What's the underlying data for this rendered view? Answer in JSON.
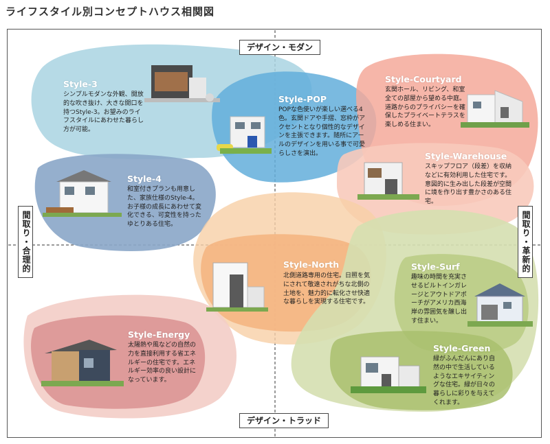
{
  "title": "ライフスタイル別コンセプトハウス相関図",
  "axes": {
    "top": "デザイン・モダン",
    "bottom": "デザイン・トラッド",
    "left": "間取り・合理的",
    "right": "間取り・革新的"
  },
  "styles": [
    {
      "name": "Style-3",
      "desc": "シンプルモダンな外観、開放的な吹き抜け、大きな開口を持つStyle-3。お望みのライフスタイルにあわせた暮らし方が可能。",
      "color": "#8ec6d8"
    },
    {
      "name": "Style-POP",
      "desc": "POPな色使いが楽しい選べる4色。玄関ドアや手摺、窓枠がアクセントとなり個性的なデザインを主張できます。随所にアールのデザインを用いる事で可愛らしさを演出。",
      "color": "#5aa9d6"
    },
    {
      "name": "Style-Courtyard",
      "desc": "玄関ホール、リビング、和室全ての部屋から望める中庭。道路からのプライバシーを確保したプライベートテラスを楽しめる住まい。",
      "color": "#f2a090"
    },
    {
      "name": "Style-Warehouse",
      "desc": "スキップフロア（段差）を収納などに有効利用した住宅です。意図的に生み出した段差が空間に境を作り出す豊かさのある住宅。",
      "color": "#f6c2b2"
    },
    {
      "name": "Style-4",
      "desc": "和室付きプランも用意した、家族仕様のStyle-4。お子様の成長にあわせて変化できる、可変性を持ったゆとりある住宅。",
      "color": "#7f9fc4"
    },
    {
      "name": "Style-North",
      "desc": "北側道路専用の住宅。日照を気にされて敬遠されがちな北側の土地を、魅力的に転化させ快適な暮らしを実現する住宅です。",
      "color": "#f3b07c"
    },
    {
      "name": "Style-Surf",
      "desc": "趣味の時間を充実させるビルトインガレージとアウトドアポーチがアメリカ西海岸の雰囲気を醸し出す住まい。",
      "color": "#b5c77a"
    },
    {
      "name": "Style-Energy",
      "desc": "太陽熱や風などの自然の力を直接利用する省エネルギーの住宅です。エネルギー効率の良い設計になっています。",
      "color": "#d98b8b"
    },
    {
      "name": "Style-Green",
      "desc": "緑がふんだんにあり自然の中で生活しているようなエキサイティングな住宅。緑が日々の暮らしに彩りを与えてくれます。",
      "color": "#a7bc68"
    }
  ]
}
